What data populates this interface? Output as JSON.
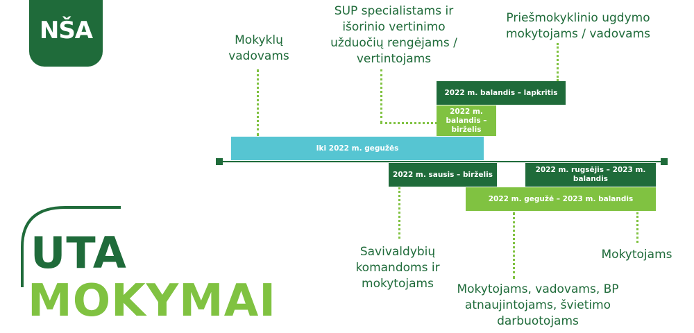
{
  "logo": {
    "text": "NŠA"
  },
  "title": {
    "line1": "UTA",
    "line2": "MOKYMAI"
  },
  "colors": {
    "dark_green": "#1f6b3a",
    "light_green": "#80c241",
    "cyan": "#56c5d2"
  },
  "audiences": {
    "school_leaders": "Mokyklų vadovams",
    "sup_specialists": "SUP specialistams ir išorinio vertinimo užduočių rengėjams / vertintojams",
    "preschool": "Priešmokyklinio ugdymo mokytojams / vadovams",
    "municipal": "Savivaldybių komandoms ir mokytojams",
    "teachers_leaders": "Mokytojams, vadovams, BP atnaujintojams, švietimo darbuotojams",
    "teachers": "Mokytojams"
  },
  "bars": {
    "until_may": "Iki 2022 m. gegužės",
    "apr_nov": "2022 m. balandis – lapkritis",
    "apr_jun": "2022 m. balandis – birželis",
    "jan_jun": "2022 m. sausis – birželis",
    "sep_apr": "2022 m. rugsėjis – 2023 m. balandis",
    "may_apr": "2022 m. gegužė – 2023 m. balandis"
  }
}
